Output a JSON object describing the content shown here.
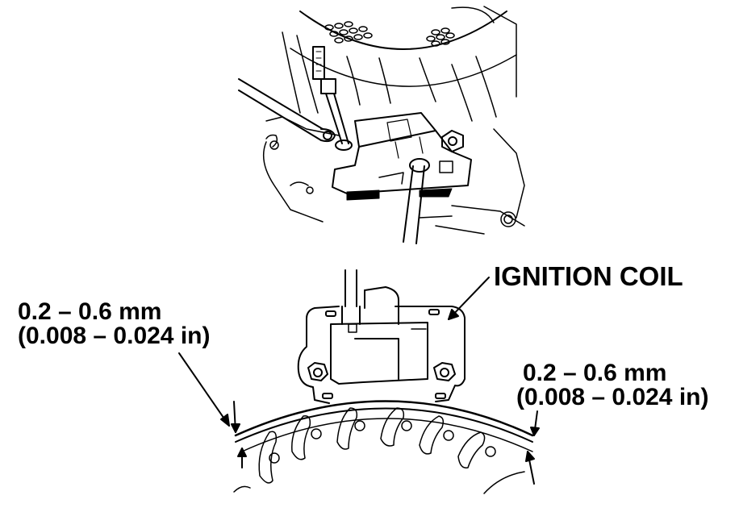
{
  "labels": {
    "ignition_coil": "IGNITION COIL",
    "gap_left_mm": "0.2 – 0.6 mm",
    "gap_left_in": "(0.008 – 0.024 in)",
    "gap_right_mm": "0.2 – 0.6 mm",
    "gap_right_in": "(0.008 – 0.024 in)"
  },
  "colors": {
    "line": "#000000",
    "background": "#ffffff"
  }
}
